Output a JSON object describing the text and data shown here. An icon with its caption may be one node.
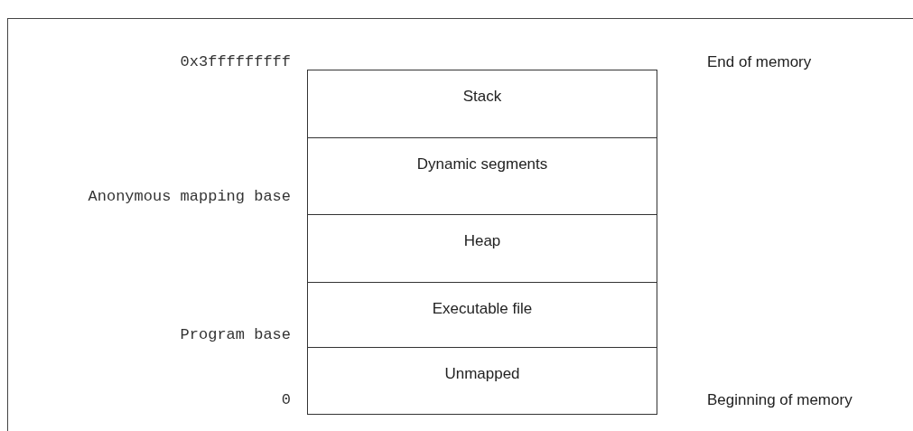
{
  "diagram": {
    "nodes": [
      {
        "text": [
          "Stack"
        ]
      },
      {
        "text": [
          "Dynamic segments"
        ]
      },
      {
        "text": [
          "Heap"
        ]
      },
      {
        "text": [
          "Executable file"
        ]
      },
      {
        "text": [
          "Unmapped"
        ]
      }
    ],
    "labels": [
      "0x3fffffffff",
      "End of memory",
      "Anonymous mapping base",
      "Program base",
      "0",
      "Beginning of memory"
    ]
  }
}
